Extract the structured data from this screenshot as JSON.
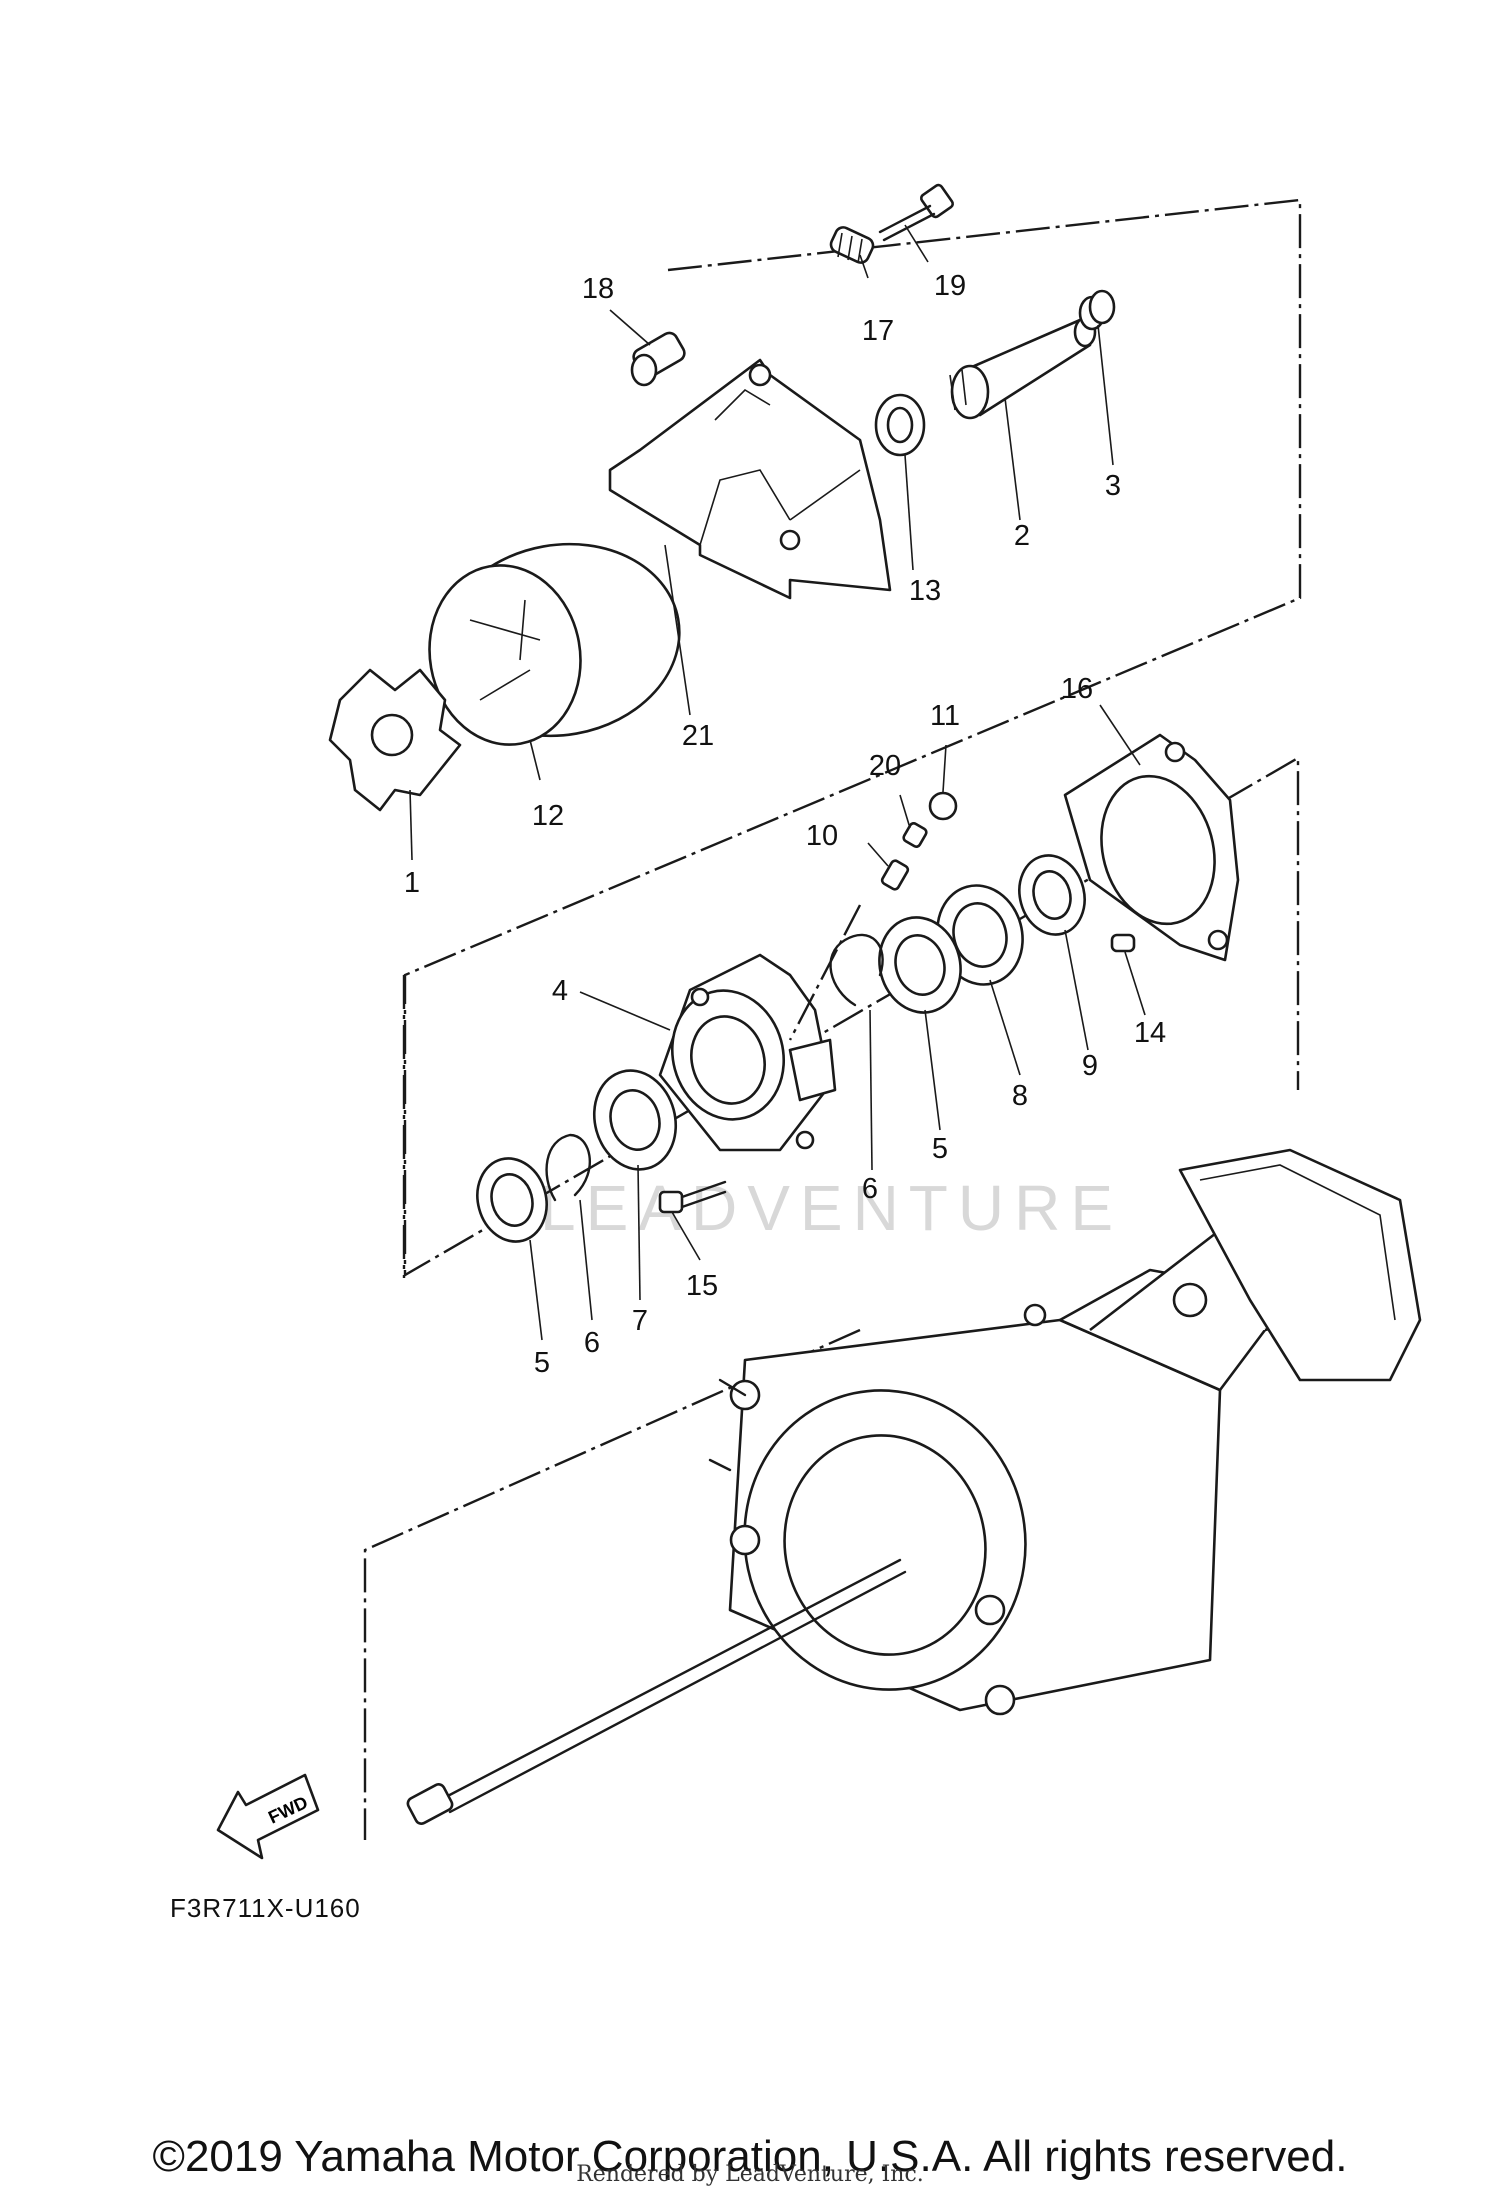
{
  "diagram": {
    "watermark": "LEADVENTURE",
    "direction_label": "FWD",
    "figure_code": "F3R711X-U160",
    "copyright": "©2019 Yamaha Motor Corporation, U.S.A. All rights reserved.",
    "rendered_by": "Rendered by LeadVenture, Inc.",
    "callouts": [
      "1",
      "2",
      "3",
      "4",
      "5",
      "5",
      "6",
      "6",
      "7",
      "8",
      "9",
      "10",
      "11",
      "12",
      "13",
      "14",
      "15",
      "16",
      "17",
      "18",
      "19",
      "20",
      "21"
    ]
  }
}
